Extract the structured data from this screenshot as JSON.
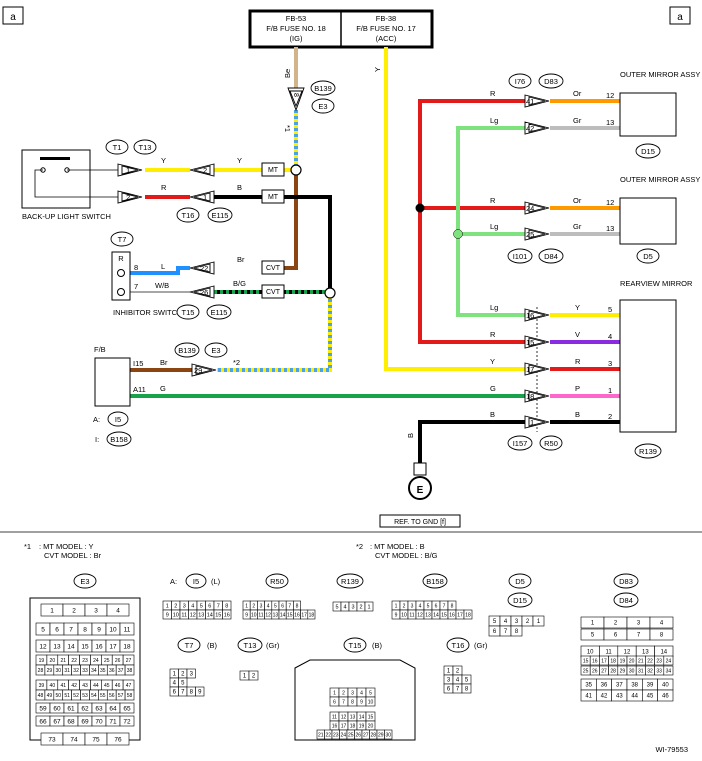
{
  "corner_label": "a",
  "figure_id": "WI-79553",
  "fuses": [
    {
      "id": "FB-53",
      "name": "F/B FUSE NO. 18",
      "type": "(IG)"
    },
    {
      "id": "FB-38",
      "name": "F/B FUSE NO. 17",
      "type": "(ACC)"
    }
  ],
  "components": {
    "backup_switch": "BACK-UP LIGHT SWITCH",
    "inhibitor_switch": "INHIBITOR SWITCH",
    "inhibitor_pos": "R",
    "fb": "F/B",
    "outer_rh": "OUTER MIRROR ASSY RH",
    "outer_lh": "OUTER MIRROR ASSY LH",
    "rearview": "REARVIEW MIRROR",
    "ground": "E",
    "ref_gnd": "REF. TO GND [f]"
  },
  "connectors": {
    "B139": "B139",
    "E3": "E3",
    "T1": "T1",
    "T13": "T13",
    "T16": "T16",
    "E115": "E115",
    "T7": "T7",
    "T15": "T15",
    "I76": "I76",
    "D83": "D83",
    "D15": "D15",
    "I101": "I101",
    "D84": "D84",
    "D5": "D5",
    "I157": "I157",
    "R50": "R50",
    "R139": "R139",
    "I5": "I5",
    "B158": "B158"
  },
  "prefixes": {
    "A": "A:",
    "I": "I:"
  },
  "junctions": {
    "MT": "MT",
    "CVT": "CVT"
  },
  "star1": "*1",
  "star2": "*2",
  "wire_colors": {
    "Be": "Be",
    "Y": "Y",
    "R": "R",
    "B": "B",
    "L": "L",
    "W/B": "W/B",
    "Br": "Br",
    "B/G": "B/G",
    "G": "G",
    "Lg": "Lg",
    "Or": "Or",
    "Gr": "Gr",
    "V": "V",
    "P": "P"
  },
  "pins": {
    "p1": "1",
    "p2": "2",
    "p3": "3",
    "p4": "4",
    "p5": "5",
    "p7": "7",
    "p8": "8",
    "p12": "12",
    "p13": "13",
    "p15": "15",
    "p16": "16",
    "p17": "17",
    "p18": "18",
    "p22": "22",
    "p24": "24",
    "p25": "25",
    "p26": "26",
    "p29": "29",
    "p41": "41",
    "p42": "42",
    "pI15": "I15",
    "pA11": "A11"
  },
  "notes": [
    {
      "mark": "*1",
      "lines": [
        ": MT MODEL : Y",
        "CVT MODEL : Br"
      ]
    },
    {
      "mark": "*2",
      "lines": [
        ": MT MODEL : B",
        "CVT MODEL : B/G"
      ]
    }
  ],
  "legend_labels": {
    "E3": "E3",
    "A": "A:",
    "I5": "I5",
    "L_color": "(L)",
    "R50": "R50",
    "R139": "R139",
    "I": "I:",
    "B158": "B158",
    "D5": "D5",
    "D15": "D15",
    "D83": "D83",
    "D84": "D84",
    "T7": "T7",
    "B_color": "(B)",
    "T13": "T13",
    "Gr_color": "(Gr)",
    "T15": "T15",
    "T16": "T16"
  },
  "legend_grids": {
    "E3_rows": [
      [
        "1",
        "2",
        "3",
        "4"
      ],
      [
        "5",
        "6",
        "7",
        "8",
        "9",
        "10",
        "11"
      ],
      [
        "12",
        "13",
        "14",
        "15",
        "16",
        "17",
        "18"
      ],
      [
        "19",
        "20",
        "21",
        "22",
        "23",
        "24",
        "25",
        "26",
        "27"
      ],
      [
        "28",
        "29",
        "30",
        "31",
        "32",
        "33",
        "34",
        "35",
        "36",
        "37",
        "38"
      ],
      [
        "39",
        "40",
        "41",
        "42",
        "43",
        "44",
        "45",
        "46",
        "47"
      ],
      [
        "48",
        "49",
        "50",
        "51",
        "52",
        "53",
        "54",
        "55",
        "56",
        "57",
        "58"
      ],
      [
        "59",
        "60",
        "61",
        "62",
        "63",
        "64",
        "65"
      ],
      [
        "66",
        "67",
        "68",
        "69",
        "70",
        "71",
        "72"
      ],
      [
        "73",
        "74",
        "75",
        "76"
      ]
    ],
    "I5_rows": [
      [
        "1",
        "2",
        "3",
        "4",
        "5",
        "6",
        "7",
        "8"
      ],
      [
        "9",
        "10",
        "11",
        "12",
        "13",
        "14",
        "15",
        "16"
      ]
    ],
    "R50_rows": [
      [
        "1",
        "2",
        "3",
        "4",
        "5",
        "6",
        "7",
        "8"
      ],
      [
        "9",
        "10",
        "11",
        "12",
        "13",
        "14",
        "15",
        "16",
        "17",
        "18"
      ]
    ],
    "R139_row": [
      "5",
      "4",
      "3",
      "2",
      "1"
    ],
    "B158_rows": [
      [
        "1",
        "2",
        "3",
        "4",
        "5",
        "6",
        "7",
        "8"
      ],
      [
        "9",
        "10",
        "11",
        "12",
        "13",
        "14",
        "15",
        "16",
        "17",
        "18"
      ]
    ],
    "D5_rows": [
      [
        "5",
        "4",
        "3",
        "2",
        "1"
      ],
      [
        "6",
        "7",
        "8"
      ]
    ],
    "D83_rows": [
      [
        "1",
        "2",
        "3",
        "4"
      ],
      [
        "5",
        "6",
        "7",
        "8"
      ],
      [
        "10",
        "11",
        "12",
        "13",
        "14"
      ],
      [
        "15",
        "16",
        "17",
        "18",
        "19",
        "20",
        "21",
        "22",
        "23",
        "24"
      ],
      [
        "25",
        "26",
        "27",
        "28",
        "29",
        "30",
        "31",
        "32",
        "33",
        "34"
      ],
      [
        "35",
        "36",
        "37",
        "38",
        "39",
        "40"
      ],
      [
        "41",
        "42",
        "43",
        "44",
        "45",
        "46"
      ]
    ],
    "T7_rows": [
      [
        "1",
        "2",
        "3"
      ],
      [
        "4",
        "5"
      ],
      [
        "6",
        "7",
        "8",
        "9"
      ]
    ],
    "T13_row": [
      "1",
      "2"
    ],
    "T15_rows": [
      [
        "1",
        "2",
        "3",
        "4",
        "5"
      ],
      [
        "6",
        "7",
        "8",
        "9",
        "10"
      ],
      [
        "11",
        "12",
        "13",
        "14",
        "15"
      ],
      [
        "16",
        "17",
        "18",
        "19",
        "20"
      ],
      [
        "21",
        "22",
        "23",
        "24",
        "25",
        "26",
        "27",
        "28",
        "29",
        "30"
      ]
    ],
    "T16_rows": [
      [
        "1",
        "2"
      ],
      [
        "3",
        "4",
        "5"
      ],
      [
        "6",
        "7",
        "8"
      ]
    ]
  },
  "colors": {
    "Y": "#ffee00",
    "R": "#e31a1a",
    "B": "#000000",
    "Br": "#8b4513",
    "G": "#16a34a",
    "Lg": "#7ee27e",
    "Or": "#ff9900",
    "Gr": "#bdbdbd",
    "V": "#8a2be2",
    "P": "#ff66cc",
    "L": "#1e90ff",
    "Be": "#d2b48c",
    "BG_a": "#000000",
    "BG_b": "#16a34a",
    "YBr_a": "#ffee00",
    "YBr_b": "#4aa3df"
  }
}
